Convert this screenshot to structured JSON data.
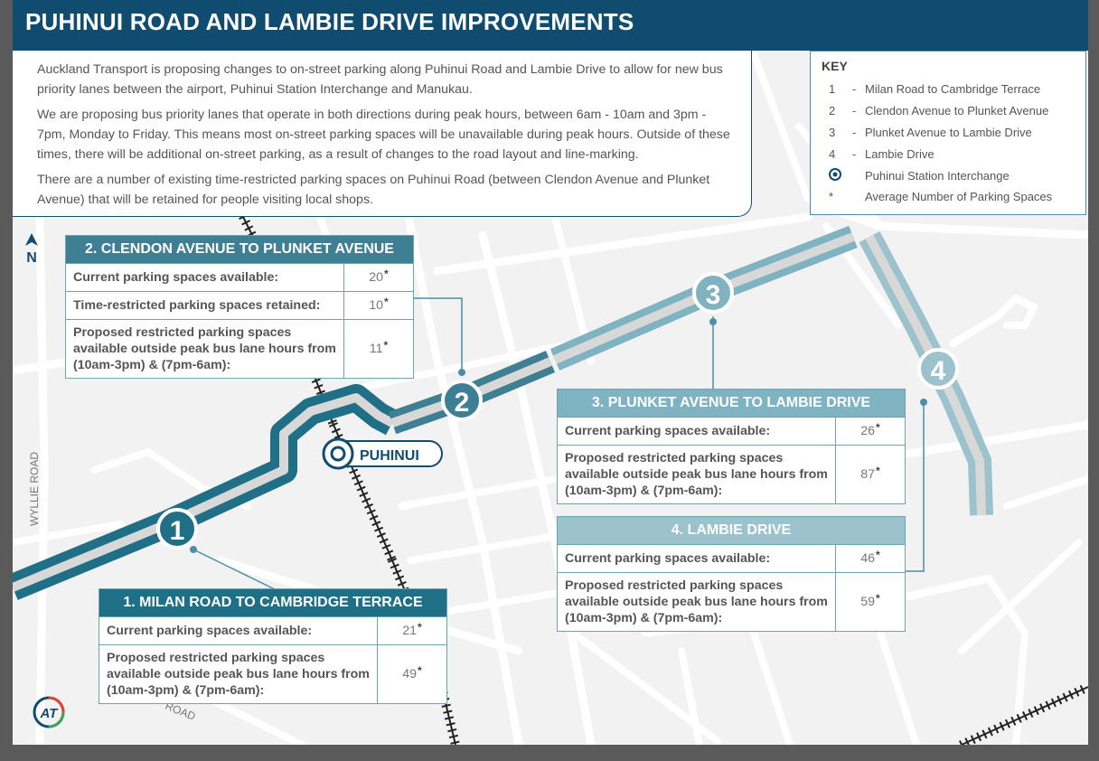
{
  "header": {
    "title": "PUHINUI ROAD AND LAMBIE DRIVE IMPROVEMENTS"
  },
  "intro": {
    "p1": "Auckland Transport is proposing changes to on-street parking along Puhinui Road and Lambie Drive to allow for new bus priority lanes between the airport, Puhinui Station Interchange and Manukau.",
    "p2": "We are proposing bus priority lanes that operate in both directions during peak hours, between 6am - 10am and 3pm - 7pm, Monday to Friday. This means most on-street parking spaces will be unavailable during peak hours. Outside of these times, there will be additional on-street parking, as a result of changes to the road layout and line-marking.",
    "p3": "There are a number of existing time-restricted parking spaces on Puhinui Road (between Clendon Avenue and Plunket Avenue) that will be retained for people visiting local shops."
  },
  "key": {
    "title": "KEY",
    "items": [
      {
        "marker": "1",
        "label": "Milan Road to Cambridge Terrace"
      },
      {
        "marker": "2",
        "label": "Clendon Avenue to Plunket Avenue"
      },
      {
        "marker": "3",
        "label": "Plunket Avenue to Lambie Drive"
      },
      {
        "marker": "4",
        "label": "Lambie Drive"
      },
      {
        "marker": "station-icon",
        "label": "Puhinui Station Interchange"
      },
      {
        "marker": "*",
        "label": "Average Number of Parking Spaces"
      }
    ]
  },
  "north": "N",
  "map_labels": {
    "wyllie": "WYLLIE ROAD",
    "road_bottom": "ROAD",
    "station": "PUHINUI",
    "markers": [
      "1",
      "2",
      "3",
      "4"
    ]
  },
  "sections": {
    "s1": {
      "title": "1. MILAN ROAD TO CAMBRIDGE TERRACE",
      "rows": [
        {
          "label": "Current parking spaces available:",
          "value": "21"
        },
        {
          "label": "Proposed restricted parking spaces available outside peak bus lane hours from (10am-3pm) & (7pm-6am):",
          "value": "49"
        }
      ]
    },
    "s2": {
      "title": "2. CLENDON AVENUE TO PLUNKET AVENUE",
      "rows": [
        {
          "label": "Current parking spaces available:",
          "value": "20"
        },
        {
          "label": "Time-restricted parking spaces retained:",
          "value": "10"
        },
        {
          "label": "Proposed restricted parking spaces available outside peak bus lane hours from (10am-3pm) & (7pm-6am):",
          "value": "11"
        }
      ]
    },
    "s3": {
      "title": "3. PLUNKET AVENUE TO LAMBIE DRIVE",
      "rows": [
        {
          "label": "Current parking spaces available:",
          "value": "26"
        },
        {
          "label": "Proposed restricted parking spaces available outside peak bus lane hours from (10am-3pm) & (7pm-6am):",
          "value": "87"
        }
      ]
    },
    "s4": {
      "title": "4. LAMBIE DRIVE",
      "rows": [
        {
          "label": "Current parking spaces available:",
          "value": "46"
        },
        {
          "label": "Proposed restricted parking spaces available outside peak bus lane hours from (10am-3pm) & (7pm-6am):",
          "value": "59"
        }
      ]
    }
  },
  "asterisk": "*",
  "logo": "AT",
  "colors": {
    "dark_teal": "#0f4c6f",
    "teal": "#1f6f86",
    "mid_teal": "#3f7f93",
    "light_teal": "#7fb3c1",
    "road": "#ffffff"
  }
}
